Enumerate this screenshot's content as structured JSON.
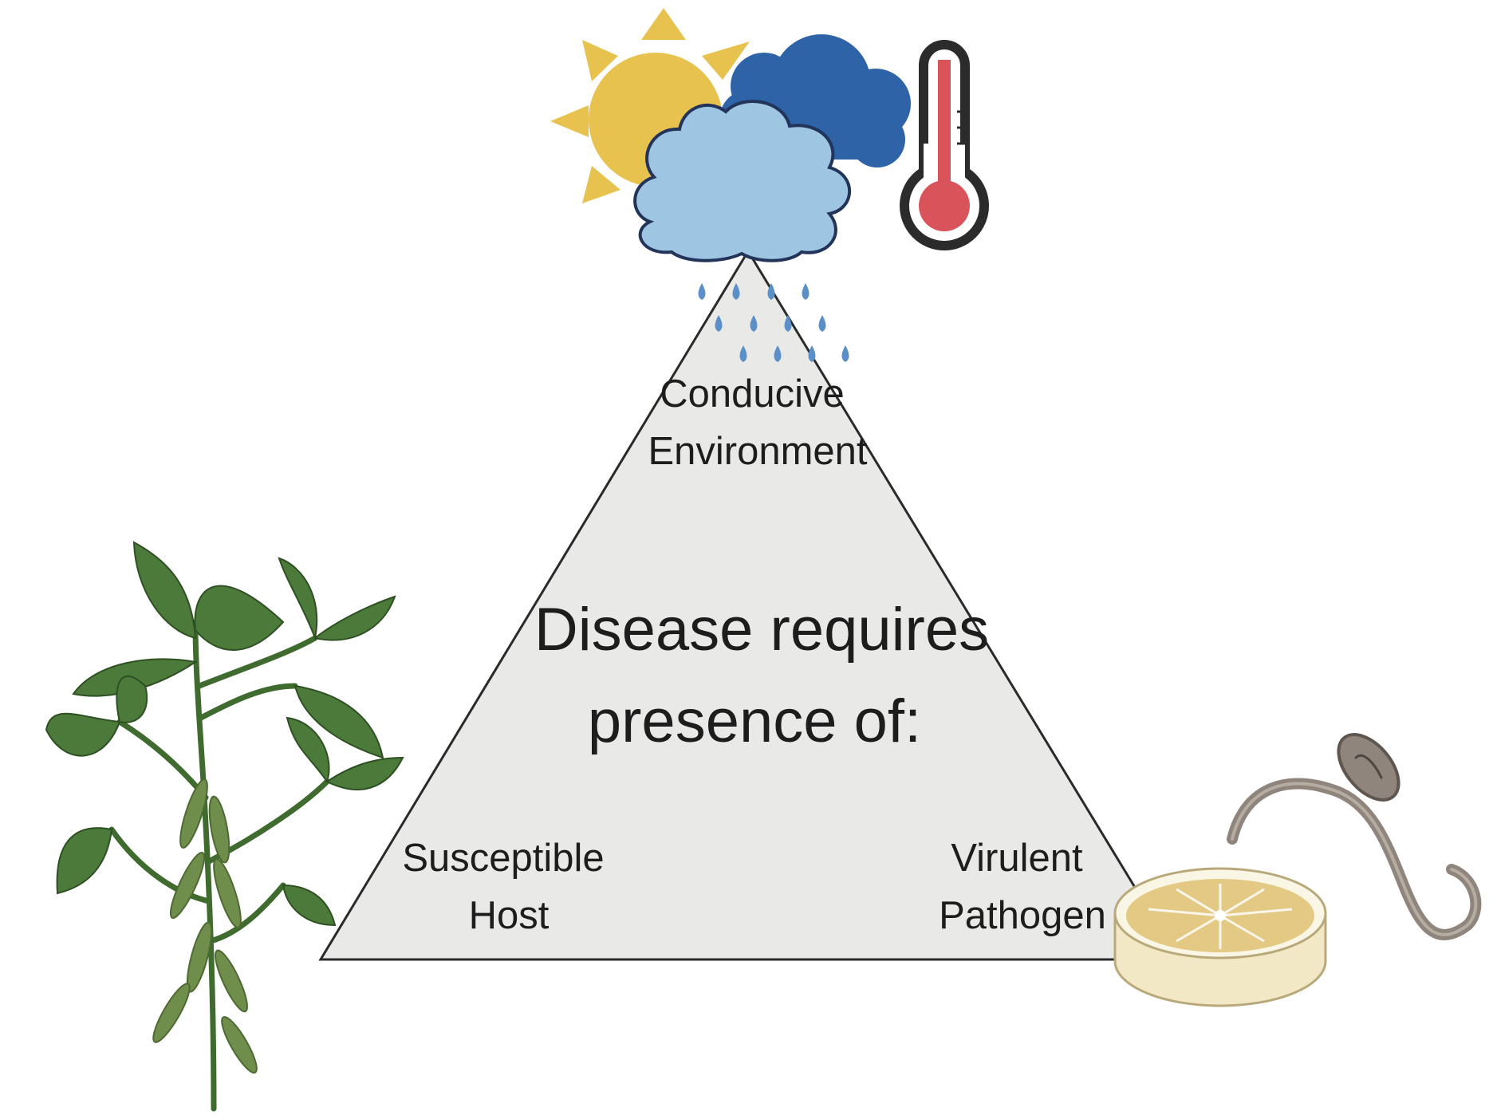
{
  "diagram": {
    "environment": {
      "line1": "Conducive",
      "line2": "Environment",
      "icons": [
        "sun-icon",
        "dark-cloud-icon",
        "light-cloud-icon",
        "raindrops-icon",
        "thermometer-icon"
      ]
    },
    "center": {
      "line1": "Disease requires",
      "line2": "presence of:"
    },
    "host": {
      "line1": "Susceptible",
      "line2": "Host",
      "icons": [
        "soybean-plant-icon"
      ]
    },
    "pathogen": {
      "line1": "Virulent",
      "line2": "Pathogen",
      "icons": [
        "petri-dish-icon",
        "nematode-icon"
      ]
    }
  },
  "colors": {
    "triangle_fill": "#e9e9e7",
    "triangle_stroke": "#2a2a2a",
    "sun": "#e8c24f",
    "dark_cloud": "#2f63a8",
    "light_cloud": "#9ec6e2",
    "raindrop": "#5b8fc8",
    "thermometer_red": "#d9535b",
    "leaf": "#4b7a3a",
    "stem": "#3f6b2f",
    "pod": "#6f8d4b",
    "dish_fill": "#e9d29a",
    "nematode": "#8f857c"
  }
}
